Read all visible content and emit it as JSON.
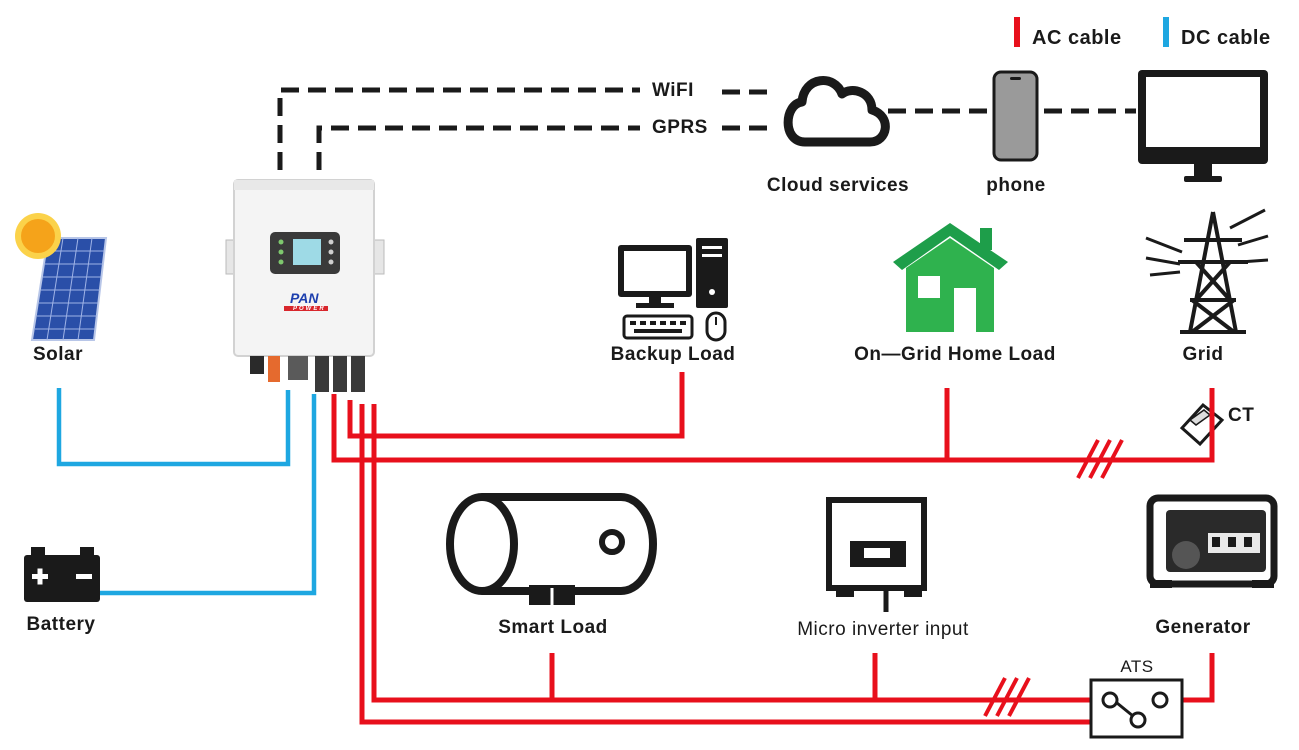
{
  "legend": {
    "ac_label": "AC  cable",
    "dc_label": "DC  cable",
    "ac_color": "#e8101c",
    "dc_color": "#1ea7e1"
  },
  "comm": {
    "wifi": "WiFI",
    "gprs": "GPRS"
  },
  "nodes": {
    "cloud": "Cloud services",
    "phone": "phone",
    "solar": "Solar",
    "battery": "Battery",
    "backup_load": "Backup Load",
    "home_load": "On—Grid Home Load",
    "grid": "Grid",
    "ct": "CT",
    "smart_load": "Smart Load",
    "micro_inverter": "Micro inverter input",
    "generator": "Generator",
    "ats": "ATS"
  },
  "inverter": {
    "brand": "PAN",
    "sub_brand": "POWER"
  },
  "colors": {
    "home_green": "#1e9e4a",
    "sun": "#f5a31a",
    "panel": "#2a4fa8"
  }
}
